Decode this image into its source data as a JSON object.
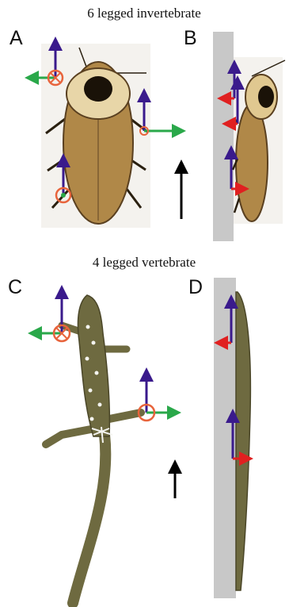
{
  "section_titles": {
    "top": "6 legged invertebrate",
    "bottom": "4 legged vertebrate"
  },
  "panels": [
    {
      "letter": "A"
    },
    {
      "letter": "B"
    },
    {
      "letter": "C"
    },
    {
      "letter": "D"
    }
  ],
  "colors": {
    "vertical_force": "#3a1a8c",
    "lateral_force": "#2aa84a",
    "wall_normal_force": "#e02020",
    "foot_marker": "#e8643c",
    "wall": "#c8c8c8",
    "direction_arrow": "#000000",
    "cockroach_body": "#b08848",
    "cockroach_head": "#1a1208",
    "gecko_body": "#6e6a40",
    "gecko_spots": "#f4f4f0"
  },
  "icons": {
    "cockroach": "cockroach-illustration",
    "gecko": "gecko-illustration",
    "direction": "up-arrow-icon",
    "foot": "circled-x-foot-icon"
  }
}
